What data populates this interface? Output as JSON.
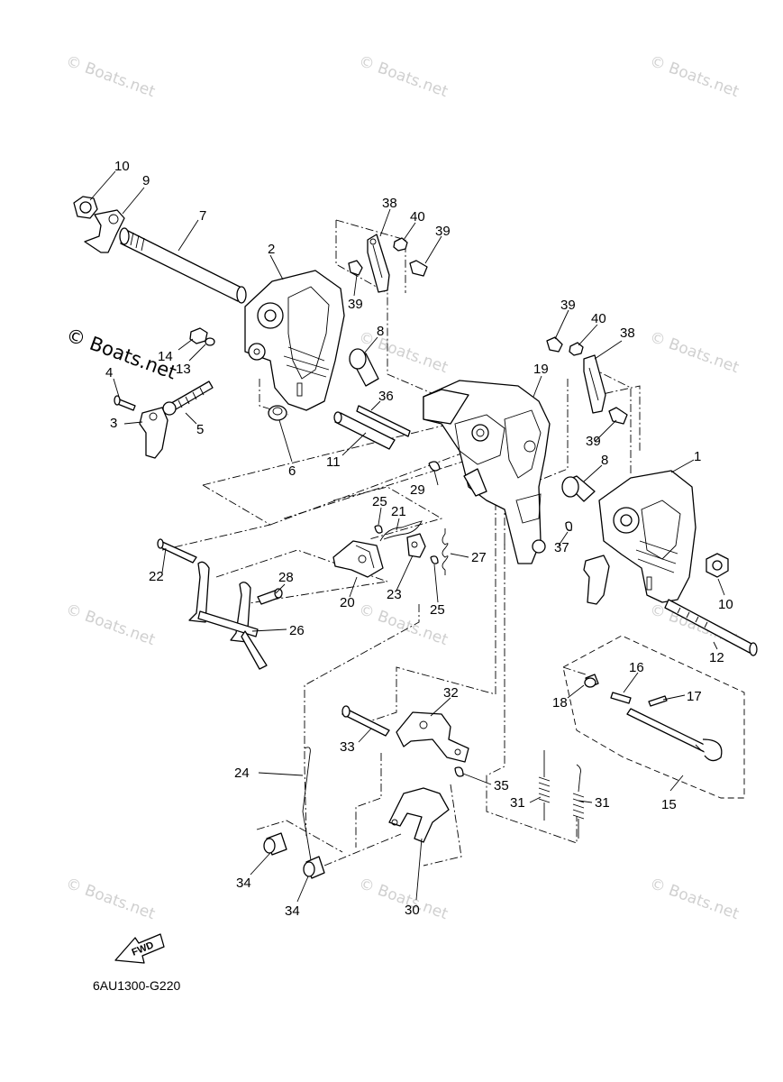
{
  "watermark": "© Boats.net",
  "prominent_watermark": "© Boats.net",
  "drawing_code": "6AU1300-G220",
  "fwd_label": "FWD",
  "callouts": [
    {
      "id": "c10a",
      "text": "10"
    },
    {
      "id": "c9",
      "text": "9"
    },
    {
      "id": "c7",
      "text": "7"
    },
    {
      "id": "c2",
      "text": "2"
    },
    {
      "id": "c38a",
      "text": "38"
    },
    {
      "id": "c40a",
      "text": "40"
    },
    {
      "id": "c39a",
      "text": "39"
    },
    {
      "id": "c39b",
      "text": "39"
    },
    {
      "id": "c14",
      "text": "14"
    },
    {
      "id": "c13",
      "text": "13"
    },
    {
      "id": "c4",
      "text": "4"
    },
    {
      "id": "c3",
      "text": "3"
    },
    {
      "id": "c5",
      "text": "5"
    },
    {
      "id": "c8a",
      "text": "8"
    },
    {
      "id": "c36",
      "text": "36"
    },
    {
      "id": "c6",
      "text": "6"
    },
    {
      "id": "c11",
      "text": "11"
    },
    {
      "id": "c19",
      "text": "19"
    },
    {
      "id": "c39c",
      "text": "39"
    },
    {
      "id": "c40b",
      "text": "40"
    },
    {
      "id": "c38b",
      "text": "38"
    },
    {
      "id": "c39d",
      "text": "39"
    },
    {
      "id": "c1",
      "text": "1"
    },
    {
      "id": "c8b",
      "text": "8"
    },
    {
      "id": "c29",
      "text": "29"
    },
    {
      "id": "c25a",
      "text": "25"
    },
    {
      "id": "c21",
      "text": "21"
    },
    {
      "id": "c27",
      "text": "27"
    },
    {
      "id": "c37",
      "text": "37"
    },
    {
      "id": "c10b",
      "text": "10"
    },
    {
      "id": "c22",
      "text": "22"
    },
    {
      "id": "c28",
      "text": "28"
    },
    {
      "id": "c20",
      "text": "20"
    },
    {
      "id": "c23",
      "text": "23"
    },
    {
      "id": "c25b",
      "text": "25"
    },
    {
      "id": "c26",
      "text": "26"
    },
    {
      "id": "c12",
      "text": "12"
    },
    {
      "id": "c16",
      "text": "16"
    },
    {
      "id": "c17",
      "text": "17"
    },
    {
      "id": "c18",
      "text": "18"
    },
    {
      "id": "c32",
      "text": "32"
    },
    {
      "id": "c33",
      "text": "33"
    },
    {
      "id": "c24",
      "text": "24"
    },
    {
      "id": "c35",
      "text": "35"
    },
    {
      "id": "c31a",
      "text": "31"
    },
    {
      "id": "c31b",
      "text": "31"
    },
    {
      "id": "c15",
      "text": "15"
    },
    {
      "id": "c34a",
      "text": "34"
    },
    {
      "id": "c34b",
      "text": "34"
    },
    {
      "id": "c30",
      "text": "30"
    }
  ]
}
